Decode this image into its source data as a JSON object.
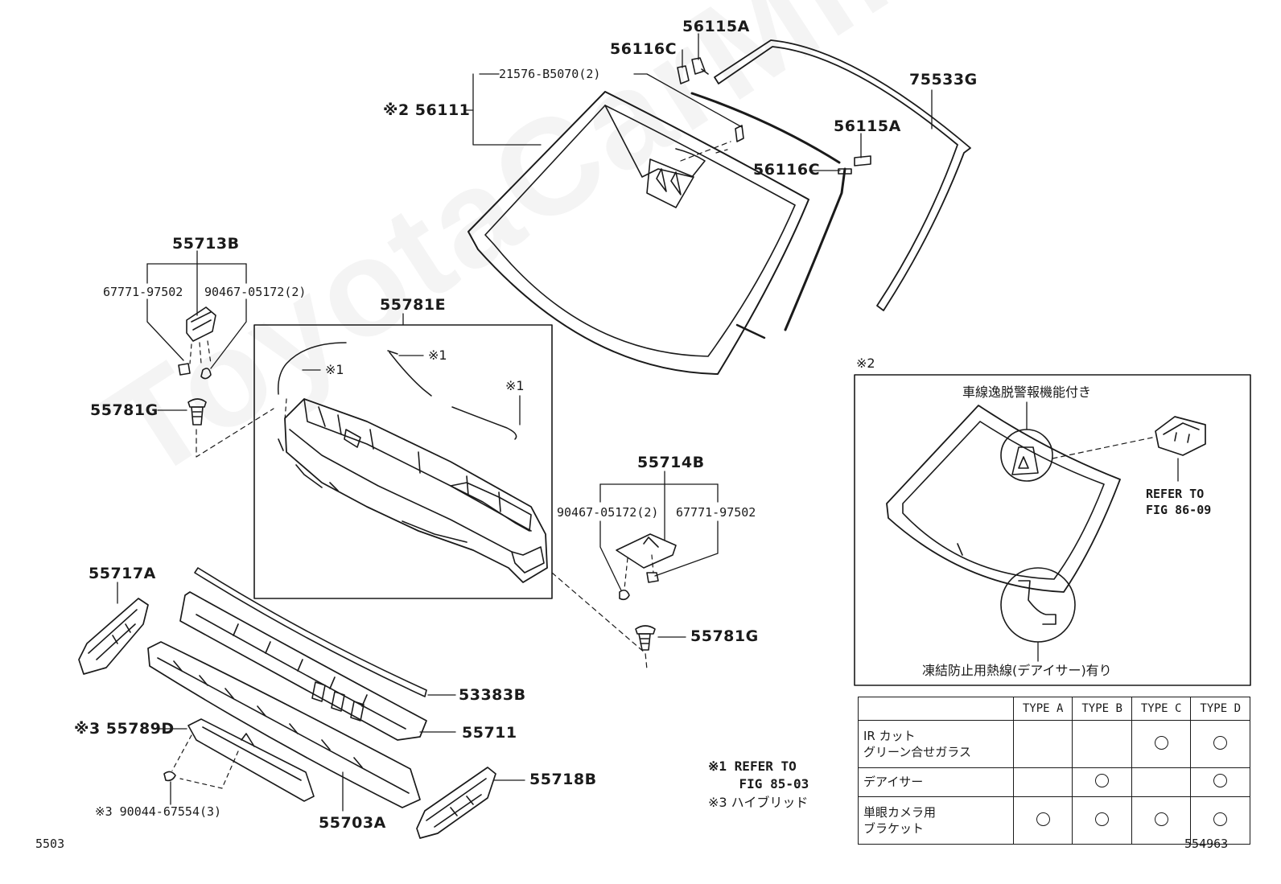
{
  "labels": {
    "56115A_top": "56115A",
    "56116C_top": "56116C",
    "21576": "21576-B5070(2)",
    "mark2_56111": "※2 56111",
    "75533G": "75533G",
    "56115A_mid": "56115A",
    "56116C_mid": "56116C",
    "55713B": "55713B",
    "67771_left": "67771-97502",
    "90467_left": "90467-05172(2)",
    "55781E": "55781E",
    "mark1_a": "※1",
    "mark1_b": "※1",
    "mark1_c": "※1",
    "55781G_left": "55781G",
    "55714B": "55714B",
    "90467_right": "90467-05172(2)",
    "67771_right": "67771-97502",
    "55717A": "55717A",
    "55781G_right": "55781G",
    "53383B": "53383B",
    "55711": "55711",
    "mark3_55789D": "※3 55789D",
    "55718B": "55718B",
    "mark3_90044": "※3 90044-67554(3)",
    "55703A": "55703A"
  },
  "inset": {
    "mark": "※2",
    "lane_warning": "車線逸脱警報機能付き",
    "refer_fig": "REFER TO\nFIG 86-09",
    "deicer_note": "凍結防止用熱線(デアイサー)有り"
  },
  "type_table": {
    "headers": [
      "TYPE A",
      "TYPE B",
      "TYPE C",
      "TYPE D"
    ],
    "rows": [
      {
        "label": "IR カット\nグリーン合せガラス",
        "marks": [
          false,
          false,
          true,
          true
        ]
      },
      {
        "label": "デアイサー",
        "marks": [
          false,
          true,
          false,
          true
        ]
      },
      {
        "label": "単眼カメラ用\nブラケット",
        "marks": [
          true,
          true,
          true,
          true
        ]
      }
    ]
  },
  "notes": {
    "note1": "※1 REFER TO\n    FIG 85-03",
    "note3": "※3 ハイブリッド"
  },
  "footer": {
    "left": "5503",
    "right": "554963"
  },
  "watermark": "ToyotaCarMine.ru"
}
